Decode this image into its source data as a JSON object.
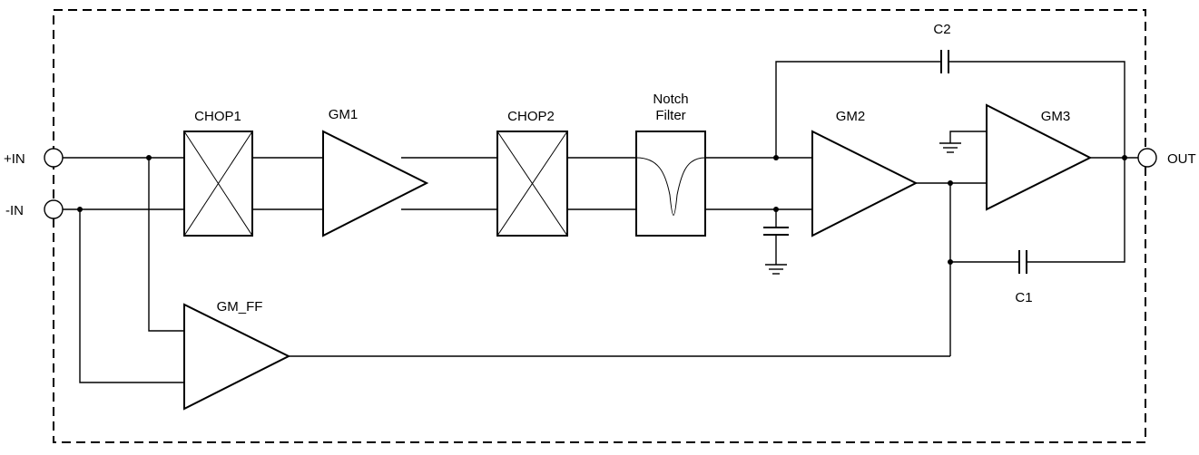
{
  "pins": {
    "in_plus": "+IN",
    "in_minus": "-IN",
    "out": "OUT"
  },
  "blocks": {
    "chop1": "CHOP1",
    "gm1": "GM1",
    "chop2": "CHOP2",
    "notch_line1": "Notch",
    "notch_line2": "Filter",
    "gm2": "GM2",
    "gm3": "GM3",
    "gm_ff": "GM_FF"
  },
  "capacitors": {
    "c1": "C1",
    "c2": "C2"
  },
  "colors": {
    "stroke": "#000000",
    "background": "#ffffff"
  }
}
